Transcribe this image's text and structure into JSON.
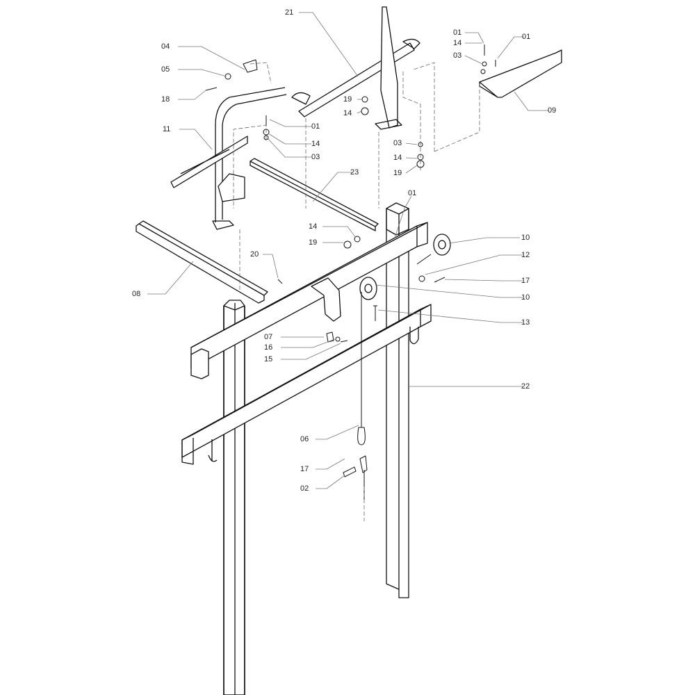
{
  "diagram": {
    "type": "exploded-parts-view",
    "line_color": "#111111",
    "leader_color": "#777777"
  },
  "callouts": [
    "21",
    "04",
    "05",
    "18",
    "11",
    "01",
    "14",
    "03",
    "19",
    "14",
    "01",
    "14",
    "03",
    "01",
    "09",
    "03",
    "14",
    "19",
    "23",
    "01",
    "14",
    "19",
    "10",
    "12",
    "17",
    "10",
    "13",
    "20",
    "08",
    "07",
    "16",
    "15",
    "22",
    "06",
    "17",
    "02"
  ]
}
